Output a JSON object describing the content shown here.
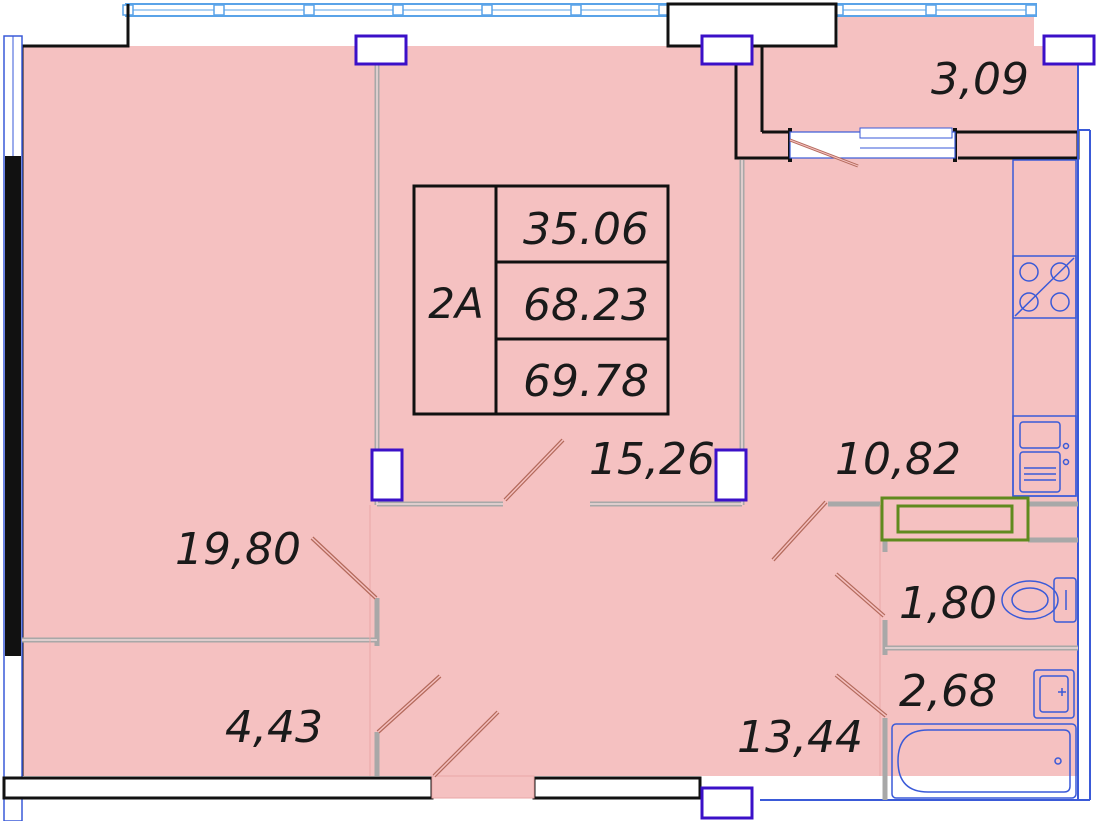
{
  "summary": {
    "apartment_type": "2А",
    "living_area": "35.06",
    "total_area": "68.23",
    "area_with_balcony": "69.78"
  },
  "rooms": {
    "bedroom_area": "19,80",
    "living_room_area": "15,26",
    "kitchen_area": "10,82",
    "hallway_area": "13,44",
    "balcony_area": "3,09",
    "toilet_area": "1,80",
    "bathroom_area": "2,68",
    "storage_area": "4,43"
  },
  "colors": {
    "floor": "#f5c1c1",
    "exterior_wall": "#111111",
    "partition": "#a8a8a8",
    "window_blue": "#2d45d4",
    "column_purple": "#3b10c8",
    "door_swing": "#b46a5c",
    "radiator_green": "#5f8a1e"
  }
}
